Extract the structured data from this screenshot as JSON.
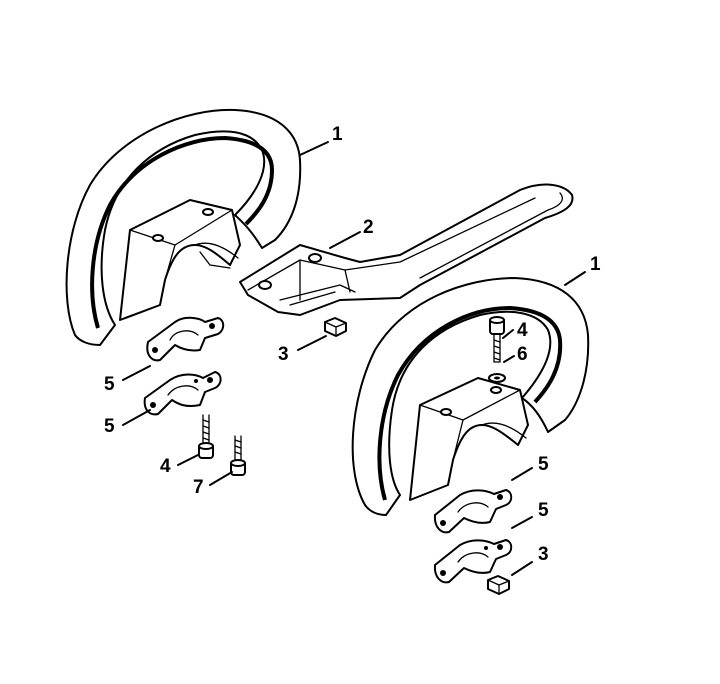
{
  "diagram": {
    "callouts": [
      {
        "id": "c1a",
        "text": "1"
      },
      {
        "id": "c2",
        "text": "2"
      },
      {
        "id": "c1b",
        "text": "1"
      },
      {
        "id": "c3a",
        "text": "3"
      },
      {
        "id": "c4a",
        "text": "4"
      },
      {
        "id": "c6",
        "text": "6"
      },
      {
        "id": "c5a",
        "text": "5"
      },
      {
        "id": "c5b",
        "text": "5"
      },
      {
        "id": "c4b",
        "text": "4"
      },
      {
        "id": "c7",
        "text": "7"
      },
      {
        "id": "c5c",
        "text": "5"
      },
      {
        "id": "c5d",
        "text": "5"
      },
      {
        "id": "c3b",
        "text": "3"
      }
    ]
  }
}
